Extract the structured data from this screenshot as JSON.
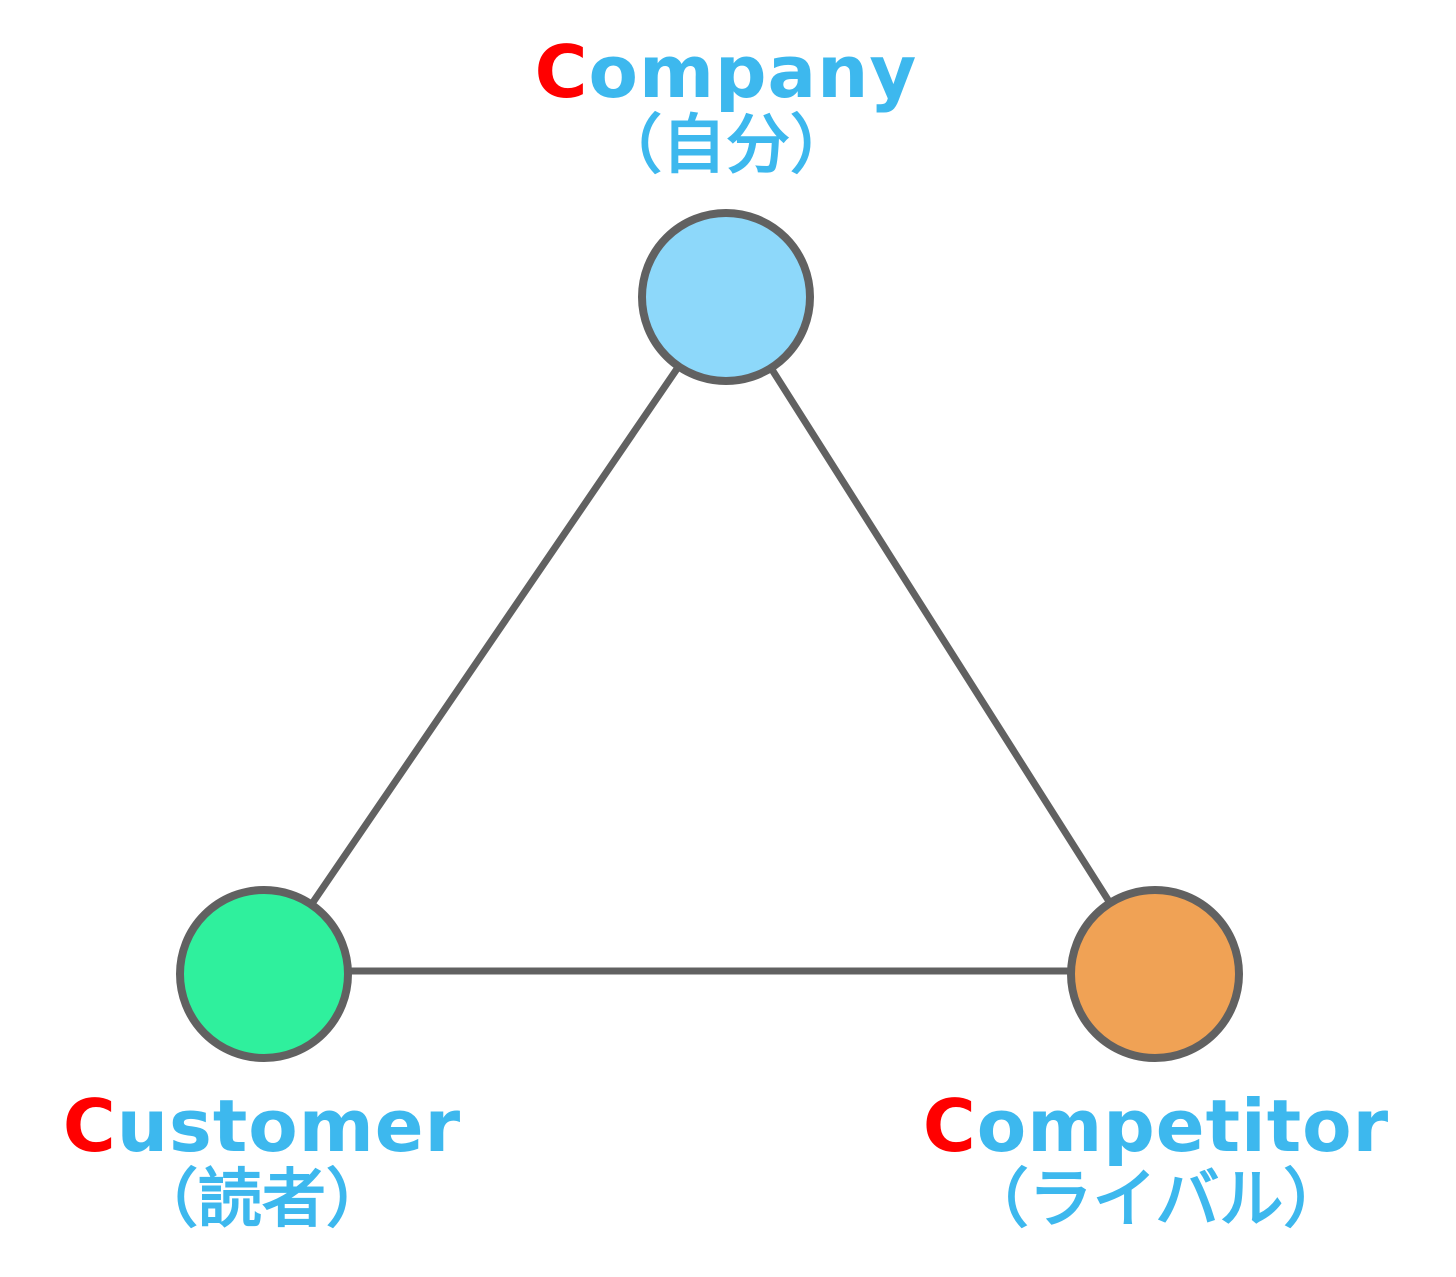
{
  "colors": {
    "initial": "#ff0000",
    "text": "#3db8ee",
    "edge": "#616161",
    "company_fill": "#8dd8fa",
    "customer_fill": "#2ff09d",
    "competitor_fill": "#f0a255"
  },
  "nodes": {
    "company": {
      "initial": "C",
      "rest": "ompany",
      "jp": "（自分）"
    },
    "customer": {
      "initial": "C",
      "rest": "ustomer",
      "jp": "（読者）"
    },
    "competitor": {
      "initial": "C",
      "rest": "ompetitor",
      "jp": "（ライバル）"
    }
  },
  "edges": [
    [
      "company",
      "customer"
    ],
    [
      "company",
      "competitor"
    ],
    [
      "customer",
      "competitor"
    ]
  ]
}
